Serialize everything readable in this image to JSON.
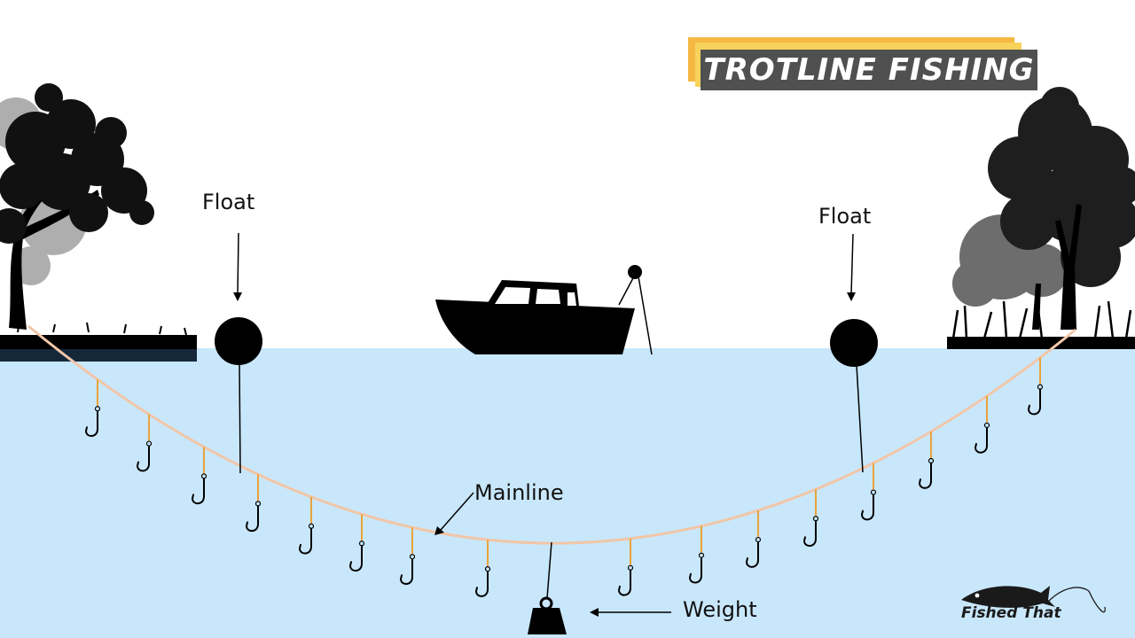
{
  "title": "TROTLINE FISHING",
  "labels": {
    "float_left": "Float",
    "float_right": "Float",
    "mainline": "Mainline",
    "weight": "Weight"
  },
  "logo": {
    "text": "Fished That"
  },
  "colors": {
    "water": "#c9e7fb",
    "mainline": "#f1c6a8",
    "leader": "#e8a33d",
    "silhouette": "#000000",
    "title_bar": "#505050",
    "title_accent": "#f5b942"
  },
  "icons": [
    "tree-left-icon",
    "tree-right-icon",
    "boat-icon",
    "float-icon",
    "hook-icon",
    "weight-icon",
    "fish-logo-icon"
  ]
}
